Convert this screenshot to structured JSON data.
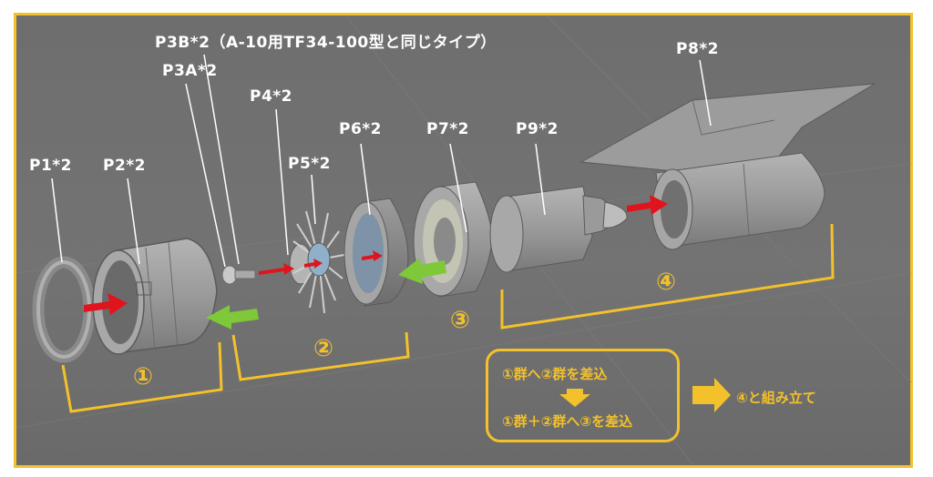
{
  "labels": {
    "p3b": "P3B*2（A-10用TF34-100型と同じタイプ）",
    "p3a": "P3A*2",
    "p4": "P4*2",
    "p5": "P5*2",
    "p6": "P6*2",
    "p7": "P7*2",
    "p9": "P9*2",
    "p8": "P8*2",
    "p1": "P1*2",
    "p2": "P2*2"
  },
  "groups": {
    "g1": "①",
    "g2": "②",
    "g3": "③",
    "g4": "④"
  },
  "instructions": {
    "line1": "①群へ②群を差込",
    "line2": "①群＋②群へ③を差込",
    "result": "④と組み立て"
  },
  "colors": {
    "accent": "#f3c12b",
    "insert_arrow": "#e0141c",
    "back_arrow": "#7ec83a",
    "background": "#6e6e6e",
    "part": "#9a9a9a"
  }
}
